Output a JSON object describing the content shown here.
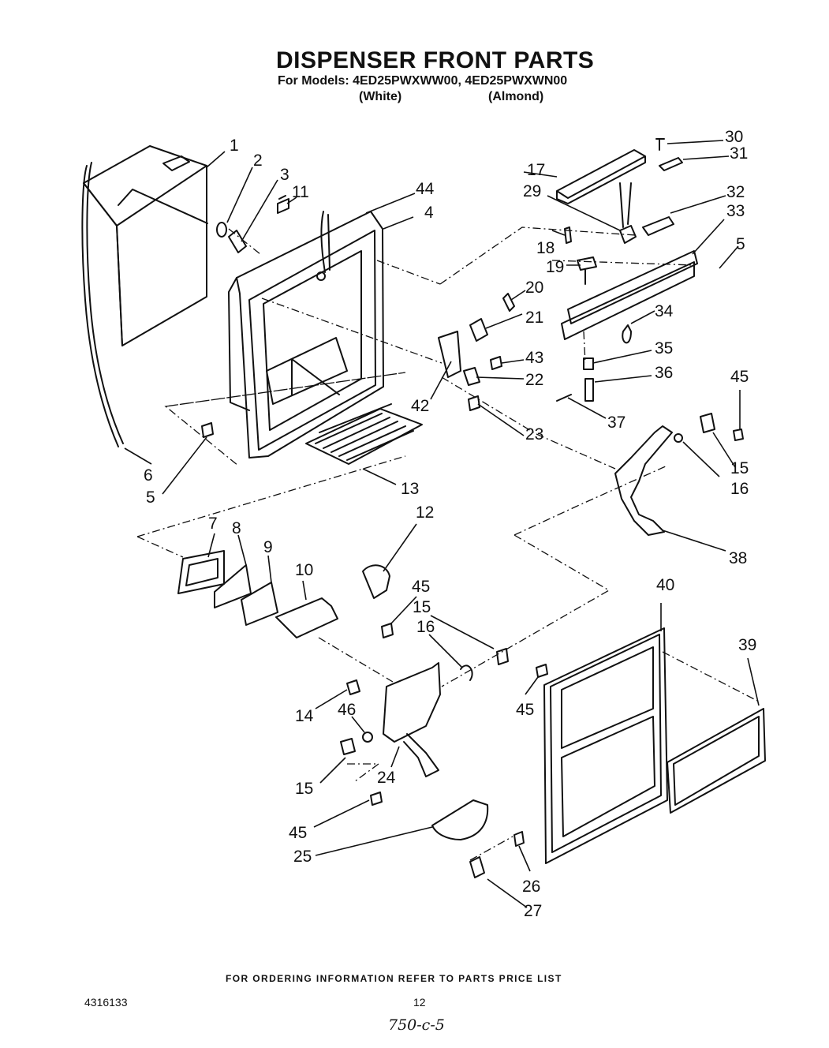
{
  "title": "DISPENSER FRONT PARTS",
  "models_line": "For Models: 4ED25PWXWW00, 4ED25PWXWN00",
  "variants": [
    "(White)",
    "(Almond)"
  ],
  "callouts": [
    "1",
    "2",
    "3",
    "11",
    "44",
    "4",
    "30",
    "31",
    "17",
    "29",
    "32",
    "33",
    "18",
    "5",
    "19",
    "20",
    "21",
    "34",
    "43",
    "35",
    "22",
    "36",
    "42",
    "37",
    "23",
    "45",
    "6",
    "5",
    "15",
    "16",
    "13",
    "12",
    "38",
    "7",
    "8",
    "9",
    "10",
    "45",
    "15",
    "16",
    "40",
    "39",
    "14",
    "46",
    "45",
    "15",
    "24",
    "45",
    "25",
    "26",
    "27"
  ],
  "footer": "FOR ORDERING INFORMATION REFER TO PARTS PRICE LIST",
  "doc_number": "4316133",
  "page_number": "12",
  "handwritten_note": "750-c-5"
}
